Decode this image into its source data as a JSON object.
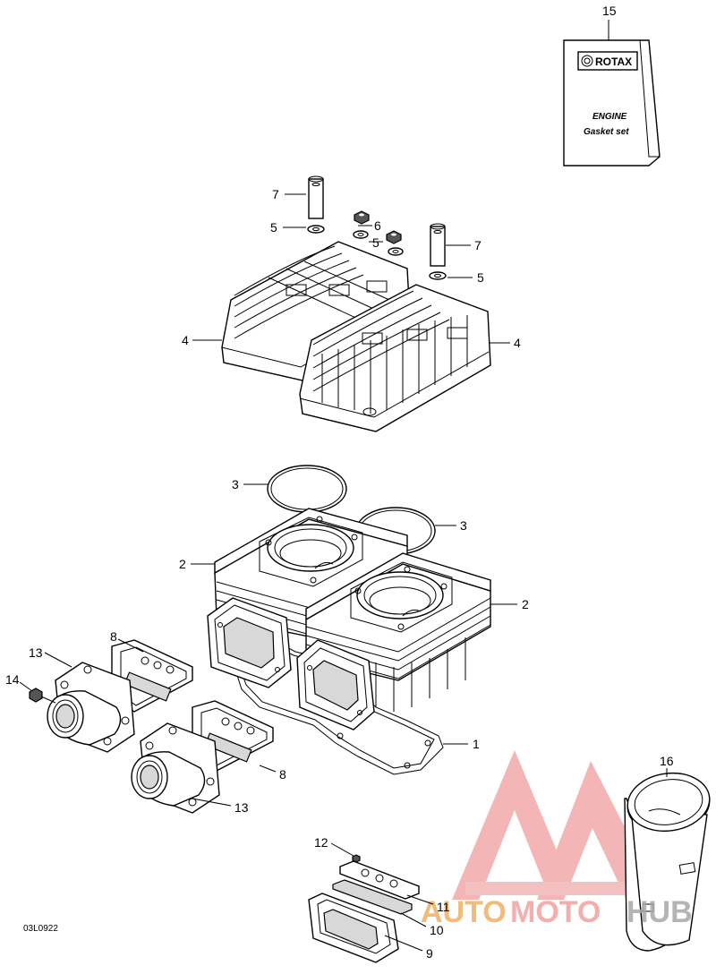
{
  "diagram": {
    "code": "03L0922",
    "callouts": {
      "gasket_cylinder": "1",
      "cylinder": "2",
      "o_ring": "3",
      "cylinder_head": "4",
      "washer": "5",
      "nut": "6",
      "stud_sleeve": "7",
      "rave_gasket": "8",
      "reed_block": "9",
      "reed_petal": "10",
      "stopper": "11",
      "screw_small": "12",
      "intake_manifold": "13",
      "screw": "14",
      "gasket_set": "15",
      "liner": "16"
    },
    "gasket_booklet": {
      "brand": "ROTAX",
      "line1": "ENGINE",
      "line2": "Gasket set"
    },
    "watermark": {
      "text_a": "AUTO",
      "text_b": "MOTO",
      "text_c": "HUB",
      "color_red": "#e84040",
      "color_orange": "#f0a040",
      "color_gray": "#9a9a9a"
    }
  }
}
